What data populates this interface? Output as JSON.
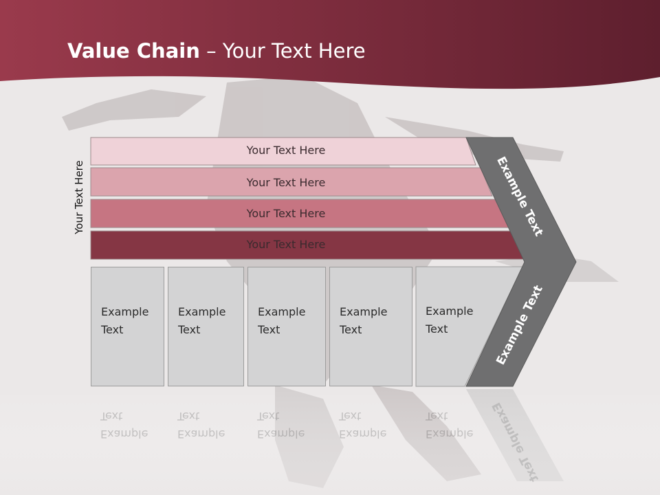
{
  "slide": {
    "title_bold": "Value Chain",
    "title_rest": " – Your Text Here",
    "side_label": "Your Text Here"
  },
  "bars": [
    {
      "label": "Your Text Here",
      "color": "#efd2d8"
    },
    {
      "label": "Your Text Here",
      "color": "#dba4ad"
    },
    {
      "label": "Your Text Here",
      "color": "#c67582"
    },
    {
      "label": "Your Text Here",
      "color": "#853644"
    }
  ],
  "boxes": [
    {
      "label": "Example\nText"
    },
    {
      "label": "Example\nText"
    },
    {
      "label": "Example\nText"
    },
    {
      "label": "Example\nText"
    },
    {
      "label": "Example\nText"
    }
  ],
  "chevron": {
    "upper_label": "Example Text",
    "lower_label": "Example Text",
    "color": "#6f6f70"
  },
  "colors": {
    "header_band": "#7a2c3d",
    "background": "#e9e6e6"
  }
}
